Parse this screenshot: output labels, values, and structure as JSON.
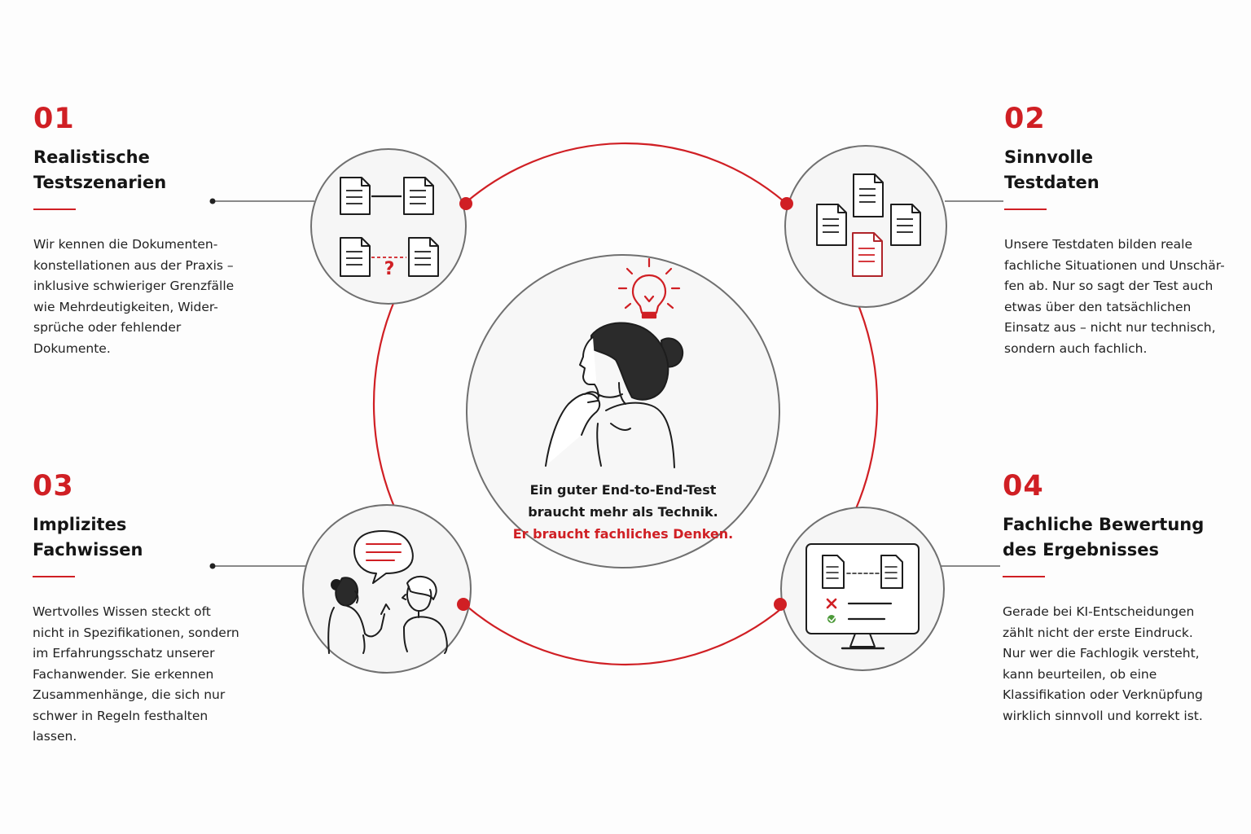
{
  "colors": {
    "accent": "#d01f24",
    "text": "#1a1a1a",
    "circle_stroke": "#6e6e6e",
    "background": "#fdfdfd"
  },
  "items": [
    {
      "number": "01",
      "title": "Realistische\nTestszenarien",
      "description": "Wir kennen die Dokumenten-\nkonstellationen aus der Praxis –\ninklusive schwieriger Grenzfälle\nwie Mehrdeutigkeiten, Wider-\nsprüche oder fehlender\nDokumente.",
      "icon": "document-comparison-icon",
      "question_mark": "?"
    },
    {
      "number": "02",
      "title": "Sinnvolle\nTestdaten",
      "description": "Unsere Testdaten bilden reale\nfachliche Situationen und Unschär-\nfen ab. Nur so sagt der Test auch\netwas über den tatsächlichen\nEinsatz aus – nicht nur technisch,\nsondern auch fachlich.",
      "icon": "documents-cluster-icon"
    },
    {
      "number": "03",
      "title": "Implizites\nFachwissen",
      "description": "Wertvolles Wissen steckt oft\nnicht in Spezifikationen, sondern\nim Erfahrungsschatz unserer\nFachanwender. Sie erkennen\nZusammenhänge, die sich nur\nschwer in Regeln festhalten\nlassen.",
      "icon": "conversation-icon"
    },
    {
      "number": "04",
      "title": "Fachliche Bewertung\ndes Ergebnisses",
      "description": "Gerade bei KI-Entscheidungen\nzählt nicht der erste Eindruck.\nNur wer die Fachlogik versteht,\nkann beurteilen, ob eine\nKlassifikation oder Verknüpfung\nwirklich sinnvoll und korrekt ist.",
      "icon": "monitor-evaluation-icon"
    }
  ],
  "center": {
    "line1": "Ein guter End-to-End-Test",
    "line2": "braucht mehr als Technik.",
    "line3": "Er braucht fachliches Denken.",
    "icon": "thinking-woman-lightbulb-icon"
  }
}
